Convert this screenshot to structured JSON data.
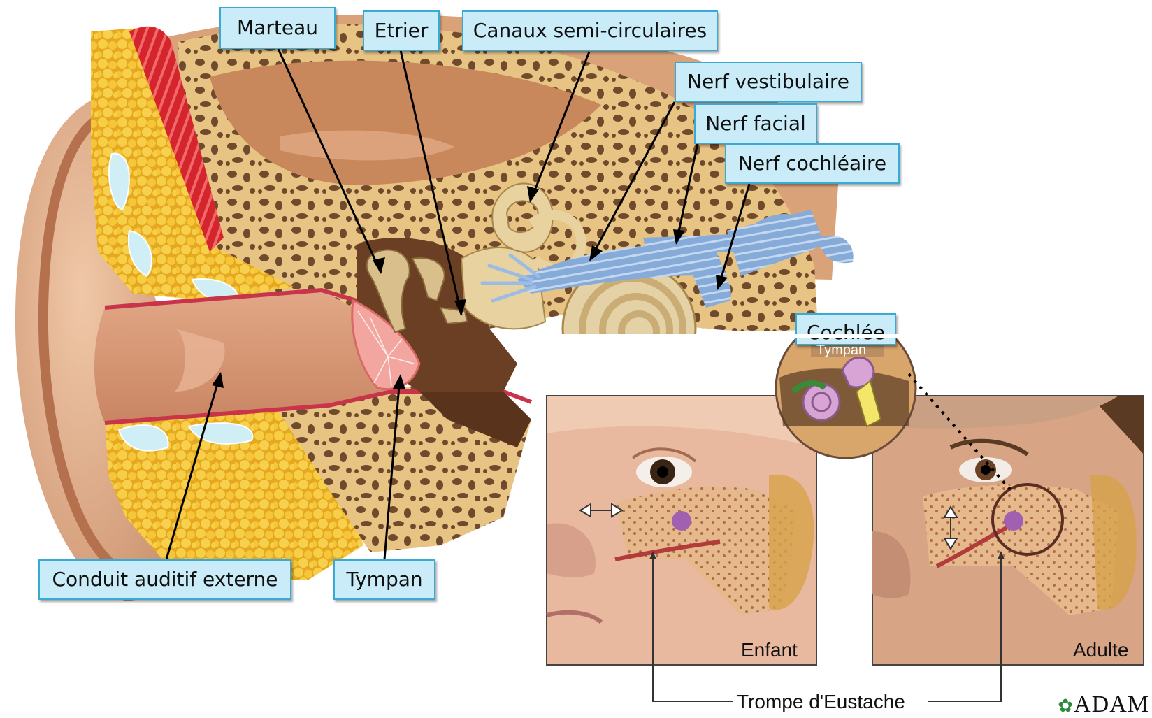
{
  "ear_labels": {
    "marteau": "Marteau",
    "etrier": "Etrier",
    "canaux": "Canaux semi-circulaires",
    "nerf_vestibulaire": "Nerf vestibulaire",
    "nerf_facial": "Nerf facial",
    "nerf_cochleaire": "Nerf cochléaire",
    "cochlee": "Cochlée",
    "conduit": "Conduit auditif externe",
    "tympan": "Tympan"
  },
  "inset": {
    "tympan": "Tympan",
    "enfant": "Enfant",
    "adulte": "Adulte",
    "trompe": "Trompe d'Eustache",
    "logo": "ADAM"
  },
  "colors": {
    "label_fill": "#c9ecf8",
    "label_border": "#39a9d6",
    "skin": "#d99870",
    "bone": "#e2bd7a",
    "bone_pores": "#7a5636",
    "fat": "#f2c33c",
    "muscle": "#d9272e",
    "nerve": "#7ea7d8"
  }
}
